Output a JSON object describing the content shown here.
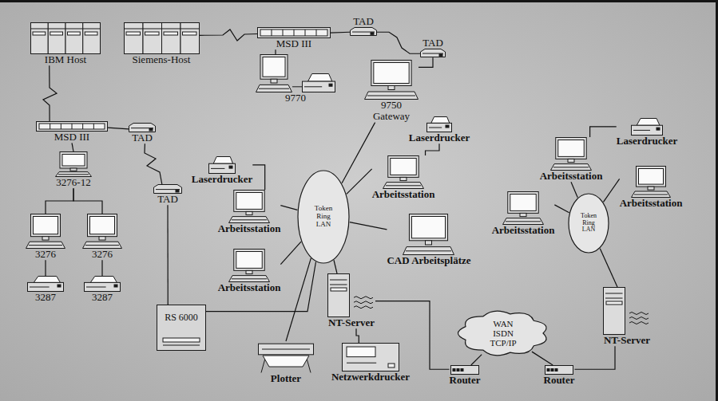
{
  "diagram": {
    "nodes": [
      {
        "text": [
          "IBM Host"
        ]
      },
      {
        "text": [
          "Siemens-Host"
        ]
      },
      {
        "text": [
          "MSD III"
        ]
      },
      {
        "text": [
          "TAD"
        ]
      },
      {
        "text": [
          "TAD"
        ]
      },
      {
        "text": [
          "9770"
        ]
      },
      {
        "text": [
          "9750",
          "Gateway"
        ]
      },
      {
        "text": [
          "MSD III"
        ]
      },
      {
        "text": [
          "TAD"
        ]
      },
      {
        "text": [
          "3276-12"
        ]
      },
      {
        "text": [
          "TAD"
        ]
      },
      {
        "text": [
          "3276"
        ]
      },
      {
        "text": [
          "3276"
        ]
      },
      {
        "text": [
          "3287"
        ]
      },
      {
        "text": [
          "3287"
        ]
      },
      {
        "text": [
          "Laserdrucker"
        ]
      },
      {
        "text": [
          "Arbeitsstation"
        ]
      },
      {
        "text": [
          "Arbeitsstation"
        ]
      },
      {
        "text": [
          "Token Ring LAN"
        ]
      },
      {
        "text": [
          "Laserdrucker"
        ]
      },
      {
        "text": [
          "Arbeitsstation"
        ]
      },
      {
        "text": [
          "CAD Arbeitsplätze"
        ]
      },
      {
        "text": [
          "NT-Server"
        ]
      },
      {
        "text": [
          "RS 6000"
        ]
      },
      {
        "text": [
          "Plotter"
        ]
      },
      {
        "text": [
          "Netzwerkdrucker"
        ]
      },
      {
        "text": [
          "WAN ISDN TCP/IP"
        ]
      },
      {
        "text": [
          "Router"
        ]
      },
      {
        "text": [
          "Router"
        ]
      },
      {
        "text": [
          "Laserdrucker"
        ]
      },
      {
        "text": [
          "Arbeitsstation"
        ]
      },
      {
        "text": [
          "Arbeitsstation"
        ]
      },
      {
        "text": [
          "Arbeitsstation"
        ]
      },
      {
        "text": [
          "Token Ring LAN"
        ]
      },
      {
        "text": [
          "NT-Server"
        ]
      }
    ],
    "edges": [
      {
        "from": 0,
        "to": 7,
        "arrow": "none"
      },
      {
        "from": 1,
        "to": 2,
        "arrow": "none"
      },
      {
        "from": 2,
        "to": 3,
        "arrow": "none"
      },
      {
        "from": 3,
        "to": 4,
        "arrow": "none"
      },
      {
        "from": 4,
        "to": 6,
        "arrow": "none"
      },
      {
        "from": 2,
        "to": 5,
        "arrow": "none"
      },
      {
        "from": 6,
        "to": 18,
        "arrow": "none"
      },
      {
        "from": 7,
        "to": 8,
        "arrow": "none"
      },
      {
        "from": 8,
        "to": 10,
        "arrow": "none"
      },
      {
        "from": 10,
        "to": 23,
        "arrow": "none"
      },
      {
        "from": 7,
        "to": 9,
        "arrow": "none"
      },
      {
        "from": 9,
        "to": 11,
        "arrow": "none"
      },
      {
        "from": 9,
        "to": 12,
        "arrow": "none"
      },
      {
        "from": 11,
        "to": 13,
        "arrow": "none"
      },
      {
        "from": 12,
        "to": 14,
        "arrow": "none"
      },
      {
        "from": 15,
        "to": 16,
        "arrow": "none"
      },
      {
        "from": 16,
        "to": 18,
        "arrow": "none"
      },
      {
        "from": 17,
        "to": 18,
        "arrow": "none"
      },
      {
        "from": 19,
        "to": 20,
        "arrow": "none"
      },
      {
        "from": 20,
        "to": 18,
        "arrow": "none"
      },
      {
        "from": 21,
        "to": 18,
        "arrow": "none"
      },
      {
        "from": 22,
        "to": 18,
        "arrow": "none"
      },
      {
        "from": 23,
        "to": 18,
        "arrow": "none"
      },
      {
        "from": 24,
        "to": 18,
        "arrow": "none"
      },
      {
        "from": 22,
        "to": 25,
        "arrow": "none"
      },
      {
        "from": 22,
        "to": 27,
        "arrow": "none"
      },
      {
        "from": 27,
        "to": 26,
        "arrow": "none"
      },
      {
        "from": 28,
        "to": 26,
        "arrow": "none"
      },
      {
        "from": 28,
        "to": 34,
        "arrow": "none"
      },
      {
        "from": 34,
        "to": 33,
        "arrow": "none"
      },
      {
        "from": 30,
        "to": 33,
        "arrow": "none"
      },
      {
        "from": 31,
        "to": 33,
        "arrow": "none"
      },
      {
        "from": 32,
        "to": 33,
        "arrow": "none"
      },
      {
        "from": 29,
        "to": 30,
        "arrow": "none"
      }
    ]
  }
}
